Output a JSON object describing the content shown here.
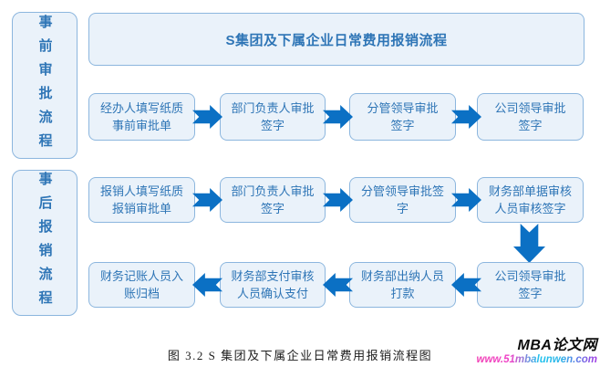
{
  "colors": {
    "box_fill": "#eaf2fa",
    "box_border": "#8cb6de",
    "box_text": "#2e75b6",
    "arrow_blue": "#0b70c4",
    "caption_text": "#1c1c1c",
    "url_gradient": [
      "#f13db4",
      "#1fc4ee",
      "#a43ae4"
    ]
  },
  "sidebar": {
    "groups": [
      {
        "label": "事前审批流程"
      },
      {
        "label": "事后报销流程"
      }
    ]
  },
  "diagram": {
    "title": "S集团及下属企业日常费用报销流程",
    "rows": [
      {
        "direction": "right",
        "steps": [
          "经办人填写纸质\n事前审批单",
          "部门负责人审批\n签字",
          "分管领导审批\n签字",
          "公司领导审批\n签字"
        ]
      },
      {
        "direction": "right",
        "steps": [
          "报销人填写纸质\n报销审批单",
          "部门负责人审批\n签字",
          "分管领导审批签\n字",
          "财务部单据审核\n人员审核签字"
        ]
      },
      {
        "direction": "left",
        "steps": [
          "财务记账人员入\n账归档",
          "财务部支付审核\n人员确认支付",
          "财务部出纳人员\n打款",
          "公司领导审批\n签字"
        ]
      }
    ]
  },
  "caption": "图 3.2 S 集团及下属企业日常费用报销流程图",
  "watermark": {
    "site_name": "MBA论文网",
    "site_url": "www.51mbalunwen.com"
  }
}
